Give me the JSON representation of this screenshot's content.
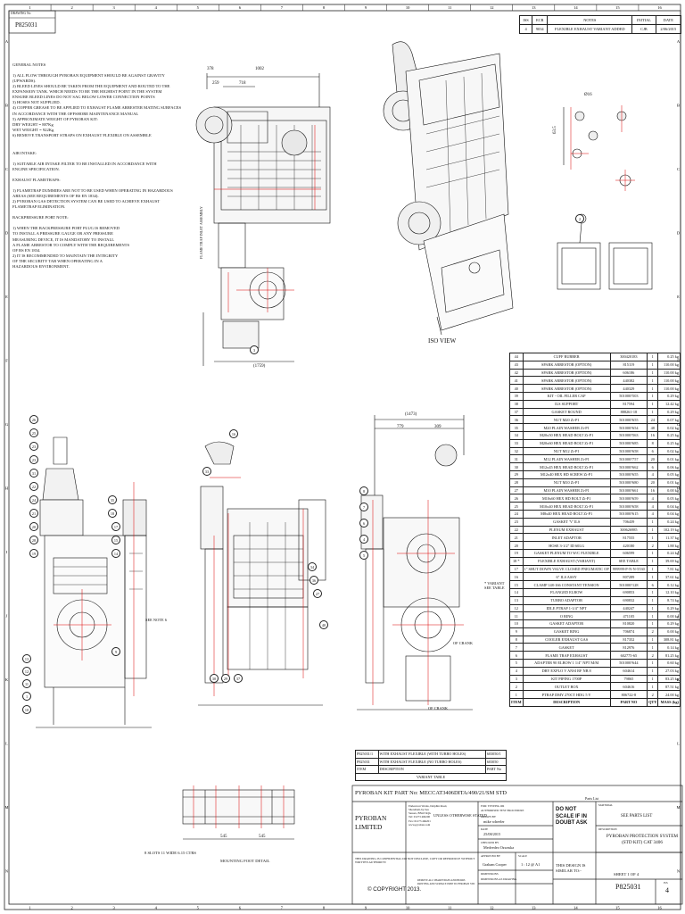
{
  "drawing": {
    "number_label": "DRAWING No",
    "number": "P825031",
    "zone_cols": [
      "1",
      "2",
      "3",
      "4",
      "5",
      "6",
      "7",
      "8",
      "9",
      "10",
      "11",
      "12",
      "13",
      "14",
      "15",
      "16"
    ],
    "zone_rows": [
      "A",
      "B",
      "C",
      "D",
      "E",
      "F",
      "G",
      "H",
      "I",
      "J",
      "K",
      "L",
      "M",
      "N"
    ]
  },
  "revision": {
    "headers": [
      "ISS",
      "ECR",
      "NOTES",
      "INITIAL",
      "DATE"
    ],
    "rows": [
      [
        "4",
        "9034",
        "FLEXIBLE EXHAUST VARIANT ADDED",
        "CJB",
        "2/06/2015"
      ]
    ]
  },
  "notes": {
    "general_title": "GENERAL NOTES",
    "general": [
      "1)  ALL FLOW THROUGH PYROBAN EQUIPMENT SHOULD BE AGAINST GRAVITY",
      "      (UPWARDS).",
      "2)  BLEED LINES SHOULD BE TAKEN FROM THE EQUIPMENT AND ROUTED TO THE",
      "      EXPANSION TANK. WHICH NEEDS TO BE THE HIGHEST POINT IN THE SYSTEM",
      "      ENSURE BLEED LINES DO NOT SAG BELOW LOWER CONNECTION POINTS",
      "3)  HOSES NOT SUPPLIED.",
      "4)  COPPER GREASE TO BE APPLIED TO EXHAUST FLAME ARRESTER MATING SURFACES",
      "      IN ACCORDANCE WITH THE OFFSHORE MAINTENANCE MANUAL",
      "5)  APPROXIMATE WEIGHT OF PYROBAN KIT:",
      "      DRY WEIGHT  =  887Kg",
      "      WET WEIGHT  =  922Kg",
      "6)  REMOVE TRANSPORT STRAPS ON EXHAUST FLEXIBLE  ON ASSEMBLE"
    ],
    "air_title": "AIR INTAKE:",
    "air": [
      "1)  SUITABLE AIR INTAKE FILTER TO BE INSTALLED IN ACCORDANCE WITH",
      "      ENGINE SPECIFICATION."
    ],
    "flame_title": "EXHAUST FLAMETRAPS:",
    "flame": [
      "1)  FLAMETRAP DUMMIES ARE NOT TO BE USED WHEN OPERATING IN HAZARDOUS",
      "      AREAS (SEE REQUIREMENTS OF BS EN 1834).",
      "2)  PYROBAN GAS DETECTION SYSTEM CAN BE USED TO ACHIEVE EXHAUST",
      "      FLAMETRAP ELIMINATION."
    ],
    "back_title": "BACKPRESSURE PORT NOTE:",
    "back": [
      "1)  WHEN THE BACKPRESSURE PORT PLUG IS REMOVED",
      "      TO INSTALL A PRESSURE GAUGE OR ANY PRESSURE",
      "      MEASURING DEVICE, IT IS MANDATORY TO INSTALL",
      "      A FLAME ARRESTOR TO COMPLY WITH THE REQUIREMENTS",
      "      OF BS EN 1834.",
      "2)  IT IS RECOMMENDED TO MAINTAIN THE INTEGRITY",
      "      OF THE SECURITY TAB WHEN OPERATING IN A",
      "      HAZARDOUS ENVIRONMENT."
    ]
  },
  "views": {
    "iso_label": "ISO VIEW",
    "see_note_6": "SEE NOTE 6",
    "variant_label": "* VARIANT SEE TABLE",
    "of_crank_1": "OF CRANK",
    "of_crank_2": "OF CRANK",
    "mounting_detail": "MOUNTING FOOT DETAIL",
    "slots": "8 SLOTS 11 WIDE  6.15 CTRS",
    "flame_label": "FLAME TRAP INLET ASSEMBLY",
    "dims": {
      "top_378": "378",
      "top_1002": "1002",
      "top_259": "259",
      "top_718": "718",
      "top_1759": "(1759)",
      "front_1473": "(1473)",
      "front_779": "779",
      "front_309": "309",
      "foot_545a": "545",
      "foot_545b": "545",
      "det_63": "63.5",
      "det_dia": "Ø16"
    },
    "balloons_left": [
      "26",
      "25",
      "23",
      "23",
      "31",
      "22",
      "24",
      "21",
      "20",
      "28",
      "19",
      "35",
      "18",
      "17",
      "15",
      "14",
      "13",
      "12",
      "11",
      "1",
      "10",
      "9"
    ],
    "balloons_mid": [
      "16",
      "33",
      "30",
      "29",
      "37",
      "34",
      "36",
      "27",
      "40"
    ],
    "balloons_right": [
      "2",
      "3",
      "8",
      "7",
      "6",
      "4",
      "5"
    ]
  },
  "parts": {
    "rows": [
      [
        "44",
        "CUFF RUBBER",
        "300420183",
        "1",
        "0.25 kg"
      ],
      [
        "43",
        "SPARK ARRESTOR (OPTION)",
        "815119",
        "1",
        "110.00 kg"
      ],
      [
        "42",
        "SPARK ARRESTOR (OPTION)",
        "606186",
        "1",
        "110.00 kg"
      ],
      [
        "41",
        "SPARK ARRESTOR (OPTION)",
        "440382",
        "1",
        "110.00 kg"
      ],
      [
        "40",
        "SPARK ARRESTOR (OPTION)",
        "440329",
        "1",
        "110.00 kg"
      ],
      [
        "39",
        "KIT - OIL FILLER CAP",
        "501000?503",
        "1",
        "0.29 kg"
      ],
      [
        "38",
        "ILS SUPPORT",
        "817594",
        "1",
        "12.42 kg"
      ],
      [
        "37",
        "GASKET ROUND",
        "888261-18",
        "1",
        "0.29 kg"
      ],
      [
        "36",
        "NUT M20 Zi-P1",
        "501000?655",
        "24",
        "0.07 kg"
      ],
      [
        "35",
        "M20 PLAIN WASHER Zi-P1",
        "501000?654",
        "48",
        "0.02 kg"
      ],
      [
        "34",
        "M20x50 HEX HEAD BOLT Zi-P1",
        "501000?563",
        "16",
        "0.25 kg"
      ],
      [
        "33",
        "M20x60 HEX HEAD BOLT Zi-P1",
        "501000?685",
        "8",
        "0.25 kg"
      ],
      [
        "32",
        "NUT M12 Zi-P1",
        "501000?658",
        "6",
        "0.02 kg"
      ],
      [
        "31",
        "M12 PLAIN WASHER Zi-P1",
        "501000?757",
        "20",
        "0.01 kg"
      ],
      [
        "30",
        "M12x45 HEX HEAD BOLT Zi-P1",
        "501000?662",
        "6",
        "0.06 kg"
      ],
      [
        "29",
        "M12x40 HEX HD SCREW Zi-P1",
        "501000?655",
        "4",
        "0.05 kg"
      ],
      [
        "28",
        "NUT M10 Zi-P1",
        "501000?680",
        "20",
        "0.01 kg"
      ],
      [
        "27",
        "M10 PLAIN WASHER Zi-P1",
        "501000?661",
        "16",
        "0.00 kg"
      ],
      [
        "26",
        "M10x60 HEX HD BOLT Zi-P1",
        "501000?659",
        "4",
        "0.05 kg"
      ],
      [
        "25",
        "M10x40 HEX HEAD BOLT Zi-P1",
        "501000?658",
        "4",
        "0.04 kg"
      ],
      [
        "24",
        "M8x40 HEX HEAD BOLT Zi-P1",
        "501000?615",
        "4",
        "0.04 kg"
      ],
      [
        "23",
        "GASKET 'V' ILS",
        "706439",
        "1",
        "0.24 kg"
      ],
      [
        "22",
        "PLENUM EXHAUST",
        "300626985",
        "1",
        "102.19 kg"
      ],
      [
        "21",
        "INLET ADAPTOR",
        "817555",
        "1",
        "11.37 kg"
      ],
      [
        "20",
        "HOSE 3-1/2\" ID 60LG",
        "420180",
        "2",
        "1.88 kg"
      ],
      [
        "19",
        "GASKET PLENUM TO W/C FLEXIBLE",
        "606599",
        "1",
        "0.24 kg"
      ],
      [
        "18 *",
        "FLEXIBLE EXHAUST (VARIANT)",
        "SEE TABLE",
        "1",
        "39.69 kg"
      ],
      [
        "17",
        "1\" SHUT DOWN VALVE CLOSED PNEUMATIC OP",
        "999999-P-N-N-5530",
        "1",
        "7.81 kg"
      ],
      [
        "16",
        "6\" ILS ASSY",
        "807289",
        "1",
        "37.61 kg"
      ],
      [
        "15",
        "CLAMP 148-166 CONSTANT TENSION",
        "501000?128",
        "6",
        "0.12 kg"
      ],
      [
        "14",
        "FLANGED ELBOW",
        "690853",
        "1",
        "12.10 kg"
      ],
      [
        "13",
        "TURBO ADAPTOR",
        "690832",
        "1",
        "8.74 kg"
      ],
      [
        "12",
        "IDLE PTRAP 1-1/4\" NPT",
        "440247",
        "1",
        "0.29 kg"
      ],
      [
        "11",
        "O RING",
        "471105",
        "1",
        "0.00 kg"
      ],
      [
        "10",
        "GASKET ADAPTOR",
        "810820",
        "1",
        "0.29 kg"
      ],
      [
        "9",
        "GASKET RING",
        "706874",
        "2",
        "0.00 kg"
      ],
      [
        "8",
        "COOLER EXHAUST GAS",
        "817352",
        "1",
        "308.81 kg"
      ],
      [
        "7",
        "GASKET",
        "812976",
        "1",
        "0.14 kg"
      ],
      [
        "6",
        "FLAME TRAP EXHAUST",
        "602775-65",
        "2",
        "81.25 kg"
      ],
      [
        "5",
        "ADAPTER 90 ELBOW 1 1/4\" NPT M/M",
        "501000?644",
        "1",
        "0.60 kg"
      ],
      [
        "4",
        "DRY EXPLO V ANSI RF NB 8",
        "604614",
        "1",
        "27.03 kg"
      ],
      [
        "3",
        "KIT PIPING 1700P",
        "79865",
        "1",
        "83.25 kg"
      ],
      [
        "2",
        "OUTLET BOX",
        "604616",
        "1",
        "87.51 kg"
      ],
      [
        "1",
        "PTRAP DMY 270CT HDG 5 Y",
        "806722-8",
        "2",
        "24.00 kg"
      ]
    ],
    "header": [
      "ITEM",
      "DESCRIPTION",
      "PART NO",
      "QTY",
      "MASS (kg)"
    ],
    "caption": "Parts List"
  },
  "variant_table": {
    "rows": [
      [
        "P825031/1",
        "WITH EXHAUST FLEXIBLE (WITH TURBO HOLES)",
        "603050/1"
      ],
      [
        "P825031",
        "WITH EXHAUST FLEXIBLE (NO TURBO HOLES)",
        "603050"
      ]
    ],
    "header": [
      "ITEM",
      "DESCRIPTION",
      "PART No"
    ],
    "caption": "VARIANT TABLE"
  },
  "title_block": {
    "kit_line": "PYROBAN KIT PART No:  MECCAT3406DITA/490/21/SM STD",
    "company": "PYROBAN LIMITED",
    "address": [
      "Endeavour Works, Dolphin Road,",
      "Shoreham-by-Sea",
      "Sussex, BN43 6QG",
      "Tel: 01273 466200",
      "Fax: 01273 466201",
      "www.pyroban.com"
    ],
    "unless": "UNLESS OTHERWISE STATED",
    "tolerance_hdr": [
      "FOR: TESTING OR",
      "AUTHORISED TEST PROCEDURE"
    ],
    "drawn_label": "DRAWN BY",
    "drawn_by": "mike wheeler",
    "date_label": "DATE",
    "date": "25/08/2015",
    "checked_label": "CHECKED BY",
    "checked_by": "Medvedeo Ozwaska",
    "approved_label": "APPROVED BY",
    "approved_by": "Graham Cooper",
    "scale_label": "SCALE",
    "scale": "1 : 12 @ A1",
    "dims_label": "DIMENSIONS",
    "dims_val": "DIMENSIONS AS DRAWING",
    "do_not_scale": "DO NOT SCALE  IF IN DOUBT ASK",
    "material_label": "MATERIAL",
    "material": "SEE PARTS LIST",
    "description_label": "DESCRIPTION",
    "description": "PYROBAN PROTECTION SYSTEM (STD KIT) CAT 3406",
    "sheet": "SHEET 1 OF 4",
    "drawing_no": "P825031",
    "issue_label": "ISS",
    "issue": "4",
    "confidential": "THIS DRAWING IS CONFIDENTIAL DO NOT DISCLOSE, COPY OR REPRODUCE WITHOUT WRITTEN AUTHORITY.",
    "fine_print": "REMOVE ALL SHARP EDGES AND BURRS PAINTING AND SURFACE PREP TO PYROBAN STD",
    "similar": "THIS DESIGN IS SIMILAR TO:-",
    "copyright": "© COPYRIGHT 2013."
  }
}
